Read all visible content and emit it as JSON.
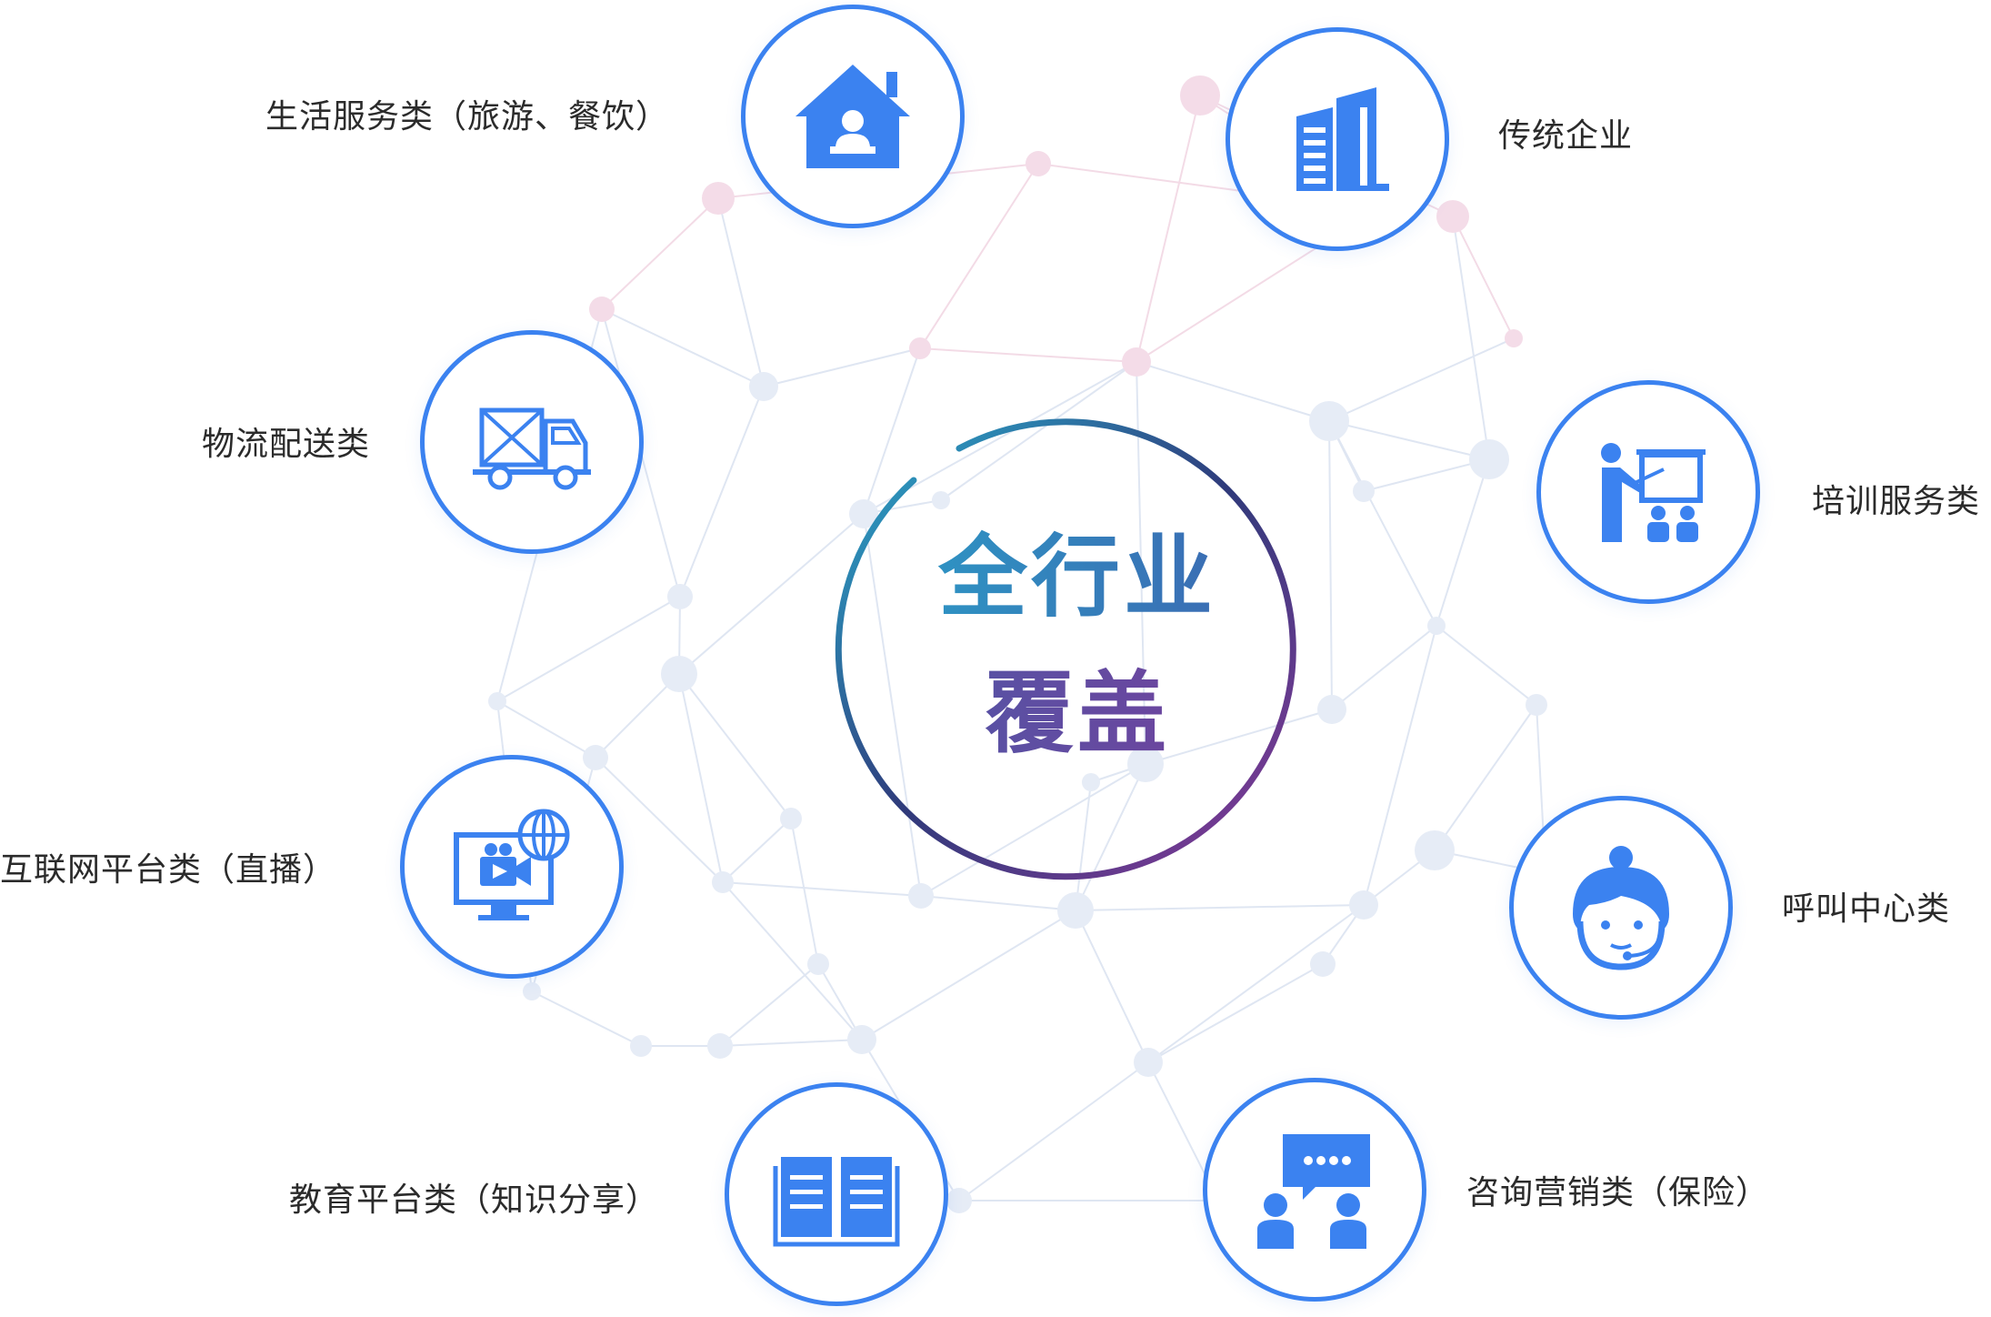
{
  "center": {
    "line1": "全行业",
    "line2": "覆盖"
  },
  "colors": {
    "accent": "#3b82f0",
    "ring_start": "#2ab0d0",
    "ring_mid": "#2f3a7a",
    "ring_end": "#8a3a9a"
  },
  "categories": [
    {
      "label": "生活服务类（旅游、餐饮）",
      "icon": "house-presenter-icon"
    },
    {
      "label": "传统企业",
      "icon": "office-building-icon"
    },
    {
      "label": "物流配送类",
      "icon": "delivery-truck-icon"
    },
    {
      "label": "培训服务类",
      "icon": "training-board-icon"
    },
    {
      "label": "互联网平台类（直播）",
      "icon": "monitor-globe-video-icon"
    },
    {
      "label": "呼叫中心类",
      "icon": "headset-agent-icon"
    },
    {
      "label": "教育平台类（知识分享）",
      "icon": "open-book-icon"
    },
    {
      "label": "咨询营销类（保险）",
      "icon": "consultation-chat-icon"
    }
  ]
}
